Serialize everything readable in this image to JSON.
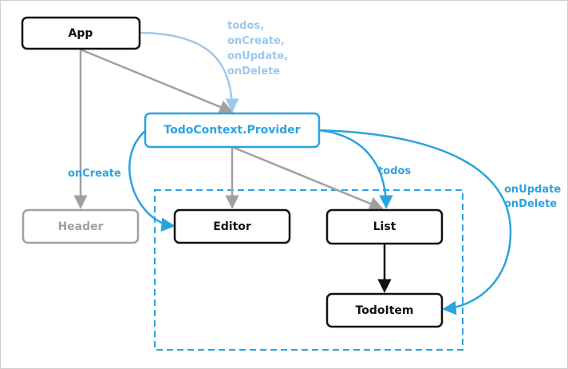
{
  "colors": {
    "black": "#111111",
    "gray": "#a0a0a0",
    "blue": "#2aa3e0",
    "light_blue": "#9cc8ee"
  },
  "nodes": {
    "app": "App",
    "provider": "TodoContext.Provider",
    "header": "Header",
    "editor": "Editor",
    "list": "List",
    "todoitem": "TodoItem"
  },
  "labels": {
    "app_to_provider": [
      "todos,",
      "onCreate,",
      "onUpdate,",
      "onDelete"
    ],
    "on_create": "onCreate",
    "todos": "todos",
    "on_update_delete": [
      "onUpdate",
      "onDelete"
    ]
  }
}
